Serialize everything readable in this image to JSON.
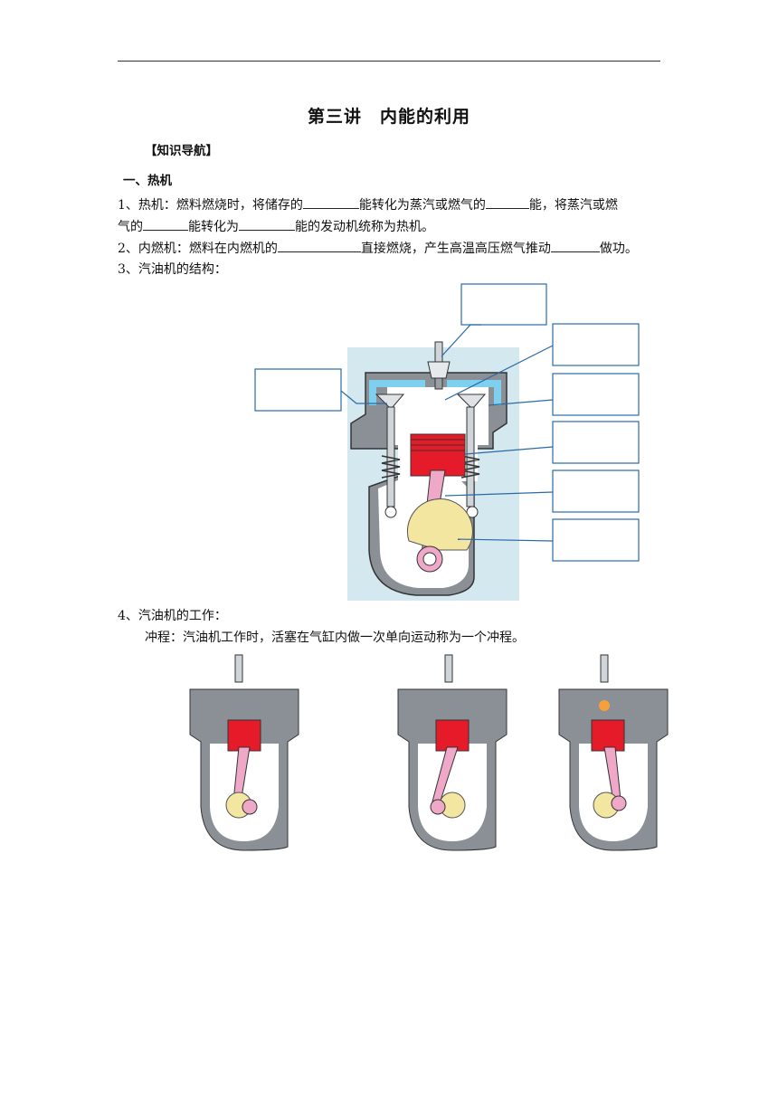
{
  "title": "第三讲　内能的利用",
  "nav_label": "【知识导航】",
  "section1_heading": "一、热机",
  "item1": {
    "p1": "1、热机：燃料燃烧时，将储存的",
    "p2": "能转化为蒸汽或燃气的",
    "p3": "能，将蒸汽或燃",
    "p4": "气的",
    "p5": "能转化为",
    "p6": "能的发动机统称为热机。"
  },
  "item2": {
    "p1": "2、内燃机：燃料在内燃机的",
    "p2": "直接燃烧，产生高温高压燃气推动",
    "p3": "做功。"
  },
  "item3": "3、汽油机的结构：",
  "item4": "4、汽油机的工作：",
  "stroke_def": "冲程：汽油机工作时，活塞在气缸内做一次单向运动称为一个冲程。",
  "colors": {
    "engine_bg": "#d4e8ef",
    "water_jacket": "#7fd0ee",
    "piston": "#e51b2a",
    "rod": "#f0a8c8",
    "crank": "#f3e6a0",
    "label_line": "#2a6aa8"
  }
}
